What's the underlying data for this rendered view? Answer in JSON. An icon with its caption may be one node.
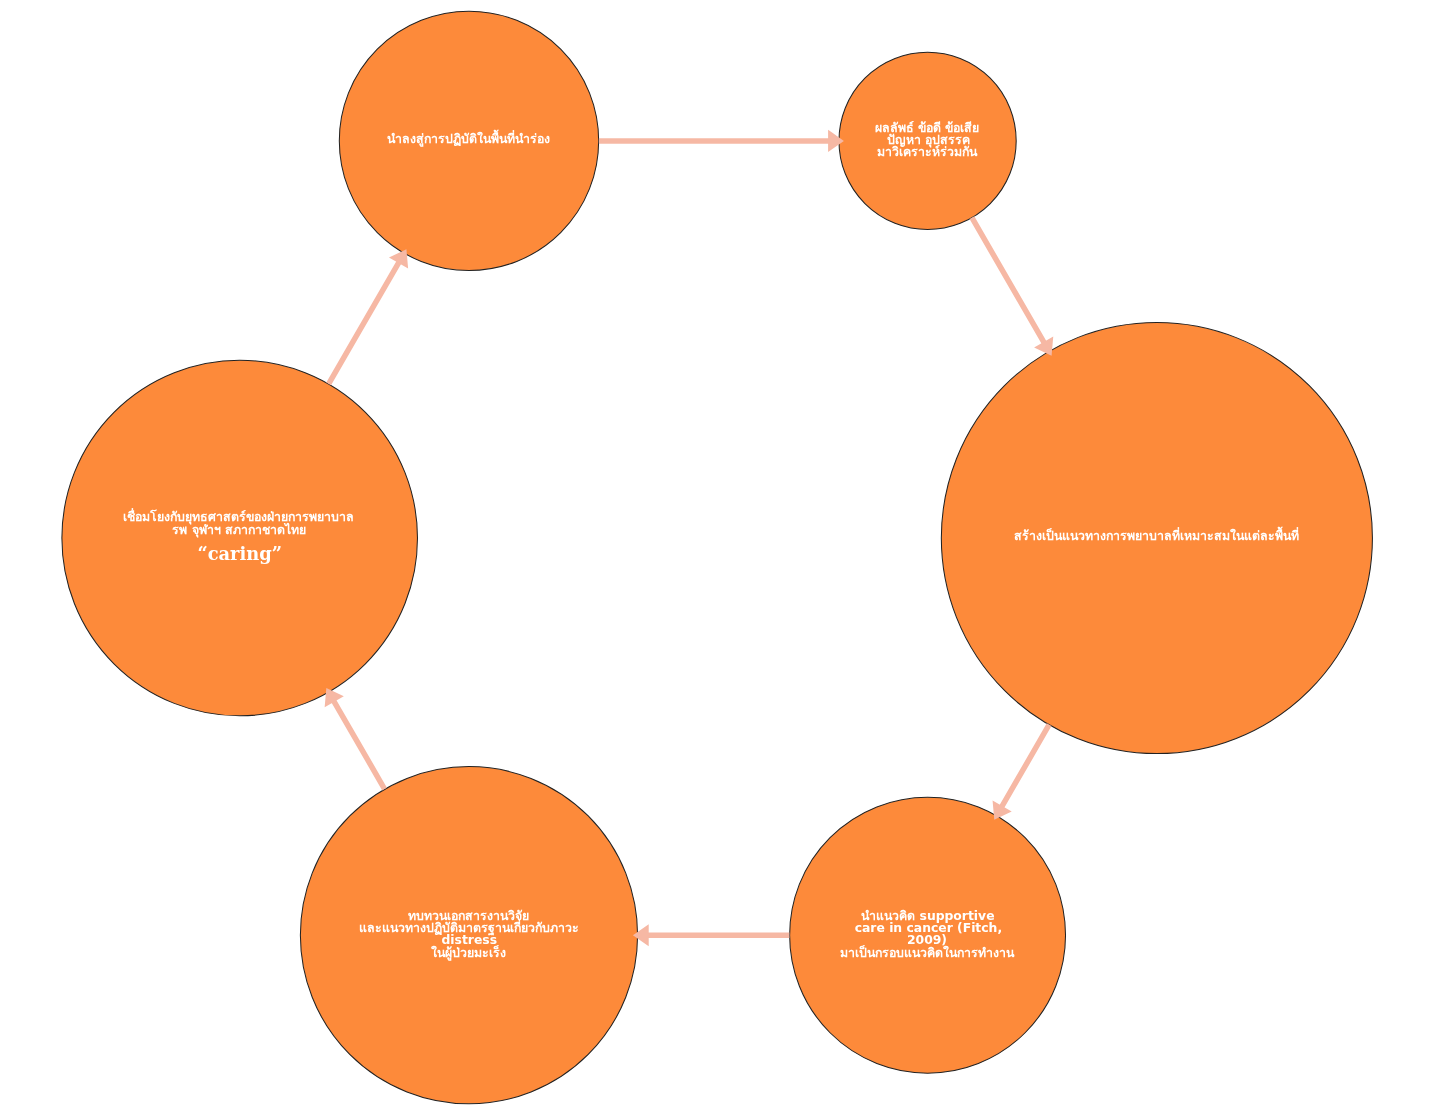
{
  "diagram": {
    "nodes": [
      {
        "text": [
          "นำแนวคิด supportive care in cancer (Fitch, 2009) มาเป็นกรอบแนวคิดในการทำงาน"
        ]
      },
      {
        "text": [
          "ทบทวนเอกสารงานวิจัย และแนวทางปฏิบัติมาตรฐานเกี่ยวกับภาวะ distress ในผู้ป่วยมะเร็ง"
        ]
      },
      {
        "text": [
          "เชื่อมโยงกับยุทธศาสตร์ของฝ่ายการพยาบาล รพ จุฬาฯ สภากาชาดไทย",
          "“caring”"
        ]
      },
      {
        "text": [
          "นำลงสู่การปฏิบัติในพื้นที่นำร่อง"
        ]
      },
      {
        "text": [
          "ผลลัพธ์ ข้อดี ข้อเสีย ปัญหา อุปสรรค มาวิเคราะห์ร่วมกัน"
        ]
      },
      {
        "text": [
          "สร้างเป็นแนวทางการพยาบาลที่เหมาะสมในแต่ละพื้นที่"
        ]
      }
    ],
    "edges": [
      {
        "from": 0,
        "to": 1,
        "arrow": "to"
      },
      {
        "from": 1,
        "to": 2,
        "arrow": "to"
      },
      {
        "from": 2,
        "to": 3,
        "arrow": "to"
      },
      {
        "from": 3,
        "to": 4,
        "arrow": "to"
      },
      {
        "from": 4,
        "to": 5,
        "arrow": "to"
      },
      {
        "from": 5,
        "to": 0,
        "arrow": "to"
      }
    ]
  }
}
